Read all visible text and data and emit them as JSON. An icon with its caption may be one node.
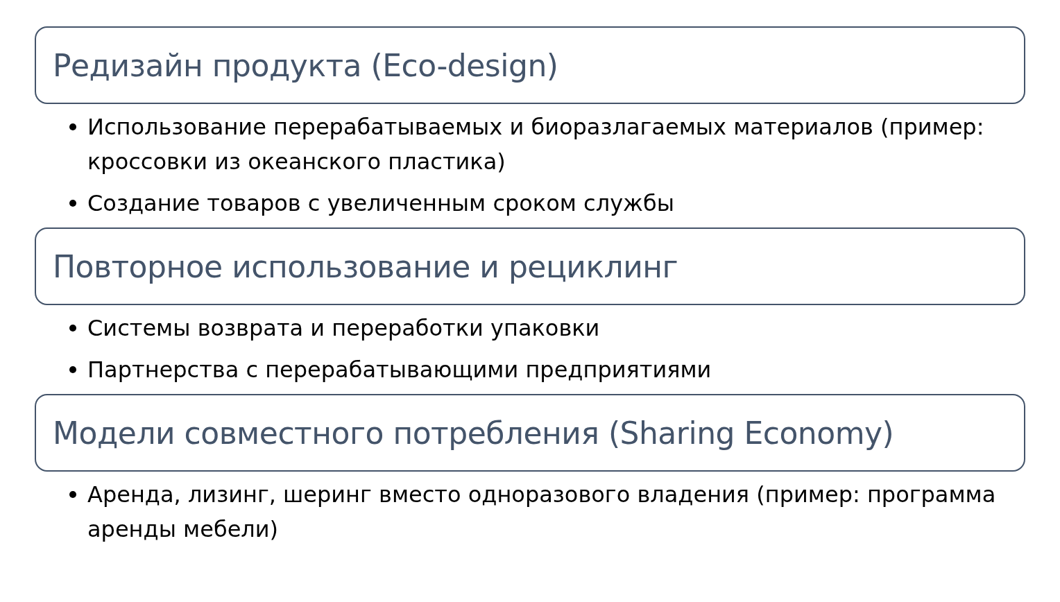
{
  "diagram": {
    "nodes": [
      {
        "text": [
          "Редизайн продукта (Eco-design)"
        ]
      },
      {
        "text": [
          "Повторное использование и рециклинг"
        ]
      },
      {
        "text": [
          "Модели совместного потребления (Sharing Economy)"
        ]
      }
    ],
    "labels": [
      "Использование перерабатываемых и биоразлагаемых материалов (пример: кроссовки из океанского пластика)",
      "Создание товаров с увеличенным сроком службы",
      "Системы возврата и переработки упаковки",
      "Партнерства с перерабатывающими предприятиями",
      "Аренда, лизинг, шеринг вместо одноразового владения (пример: программа аренды мебели)"
    ]
  }
}
